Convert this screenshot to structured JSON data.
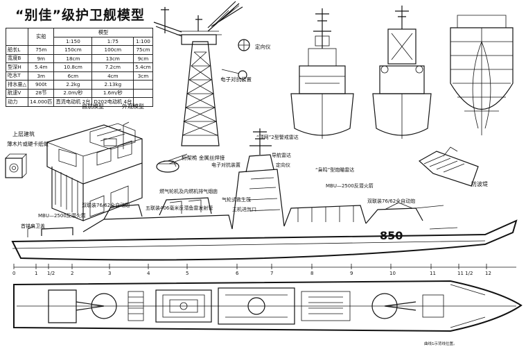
{
  "title": "“别佳”级护卫舰模型",
  "spec_table": {
    "header_left": "实船",
    "header_models": "模型",
    "scales": [
      "1:150",
      "1:75",
      "1:100"
    ],
    "rows": [
      {
        "label": "船长L",
        "values": [
          "75m",
          "150cm",
          "100cm",
          "75cm"
        ]
      },
      {
        "label": "宽度B",
        "values": [
          "9m",
          "18cm",
          "13cm",
          "9cm"
        ]
      },
      {
        "label": "型深H",
        "values": [
          "5.4m",
          "10.8cm",
          "7.2cm",
          "5.4cm"
        ]
      },
      {
        "label": "吃水T",
        "values": [
          "3m",
          "6cm",
          "4cm",
          "3cm"
        ]
      },
      {
        "label": "排水量△",
        "values": [
          "900t",
          "2.2kg",
          "2.13kg",
          ""
        ]
      },
      {
        "label": "航速V",
        "values": [
          "28节",
          "2.0m/秒",
          "1.6m/秒",
          ""
        ]
      },
      {
        "label": "动力",
        "values": [
          "14.000匹",
          "直流电动机 2台",
          "D202电动机 4台",
          ""
        ]
      }
    ],
    "foot_left": "自航模型",
    "foot_right": "外观模型"
  },
  "labels": {
    "superstructure": "上层建筑",
    "superstructure_material": "薄木片或硬卡纸做",
    "radar_locator": "定向仪",
    "ecm": "电子对抗装置",
    "mast_material": "桁架桅  金属丝焊接",
    "slump_radar": "“顶网”2型警戒雷达",
    "nav_radar": "导航雷达",
    "ecm_2": "电子对抗装置",
    "locator_2": "定向仪",
    "fire_radar": "“枭鸣”型炮瞄雷达",
    "bulwark": "防波堤",
    "gas_turbine": "燃气轮机及内燃机排气烟囱",
    "twin_gun_fwd": "双联装76/62全自动炮",
    "torpedo": "五联装406毫米反潜鱼雷发射管",
    "air_intake": "气轮式救生筏",
    "main_intake": "主机进气口",
    "mbu_aft": "MBU—2500反潜火箭",
    "twin_gun_aft": "双联装76/62全自动炮",
    "mbu_fwd": "MBU—2500反潜火箭",
    "anchor_cover": "首锚肩卫盖",
    "hull_number": "850",
    "frame_numbers": [
      "0",
      "1",
      "1/2",
      "2",
      "3",
      "4",
      "5",
      "6",
      "7",
      "8",
      "9",
      "10",
      "11",
      "11 1/2",
      "12"
    ],
    "footer": "曲线1示背线位置。"
  }
}
